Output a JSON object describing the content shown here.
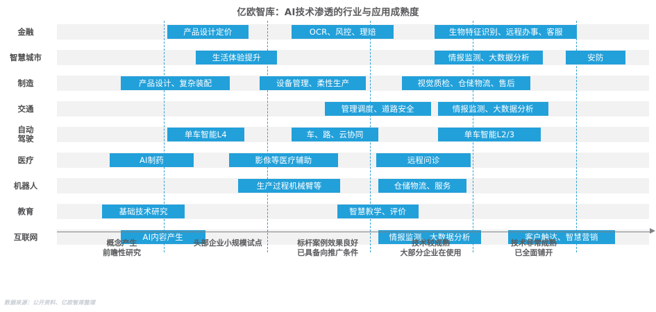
{
  "chart_data": {
    "type": "bar",
    "title": "亿欧智库：AI技术渗透的行业与应用成熟度",
    "subtitle": "",
    "xlabel": "",
    "ylabel": "",
    "orientation": "horizontal",
    "grid": true,
    "legend": null,
    "xlim": [
      0,
      5
    ],
    "x_stage_ticks": [
      1,
      2,
      3,
      4,
      5
    ],
    "x_tick_labels": [
      [
        "概念产生",
        "前瞻性研究"
      ],
      [
        "头部企业小规模试点"
      ],
      [
        "标杆案例效果良好",
        "已具备向推广条件"
      ],
      [
        "技术较成熟",
        "大部分企业在使用"
      ],
      [
        "技术非常成熟",
        "已全面铺开"
      ]
    ],
    "categories": [
      "金融",
      "智慧城市",
      "制造",
      "交通",
      "自动驾驶",
      "医疗",
      "机器人",
      "教育",
      "互联网"
    ],
    "bar_color": "#22a0da",
    "band_color": "#f2f2f2",
    "gridline_color": "#2b9ed4",
    "rows": [
      {
        "category": "金融",
        "label_lines": [
          "金融"
        ],
        "bars": [
          {
            "text": "产品设计定价",
            "start": 1.07,
            "end": 1.86
          },
          {
            "text": "OCR、风控、理赔",
            "start": 2.28,
            "end": 3.27
          },
          {
            "text": "生物特征识别、远程办事、客服",
            "start": 3.67,
            "end": 5.05
          }
        ]
      },
      {
        "category": "智慧城市",
        "label_lines": [
          "智慧城市"
        ],
        "bars": [
          {
            "text": "生活体验提升",
            "start": 1.35,
            "end": 2.14
          },
          {
            "text": "情报监测、大数据分析",
            "start": 3.67,
            "end": 4.72
          },
          {
            "text": "安防",
            "start": 4.94,
            "end": 5.52
          }
        ]
      },
      {
        "category": "制造",
        "label_lines": [
          "制造"
        ],
        "bars": [
          {
            "text": "产品设计、复杂装配",
            "start": 0.62,
            "end": 1.68
          },
          {
            "text": "设备管理、柔性生产",
            "start": 1.97,
            "end": 3.0
          },
          {
            "text": "视觉质检、仓储物流、售后",
            "start": 3.35,
            "end": 4.6
          }
        ]
      },
      {
        "category": "交通",
        "label_lines": [
          "交通"
        ],
        "bars": [
          {
            "text": "管理调度、道路安全",
            "start": 2.6,
            "end": 3.63
          },
          {
            "text": "情报监测、大数据分析",
            "start": 3.7,
            "end": 4.77
          }
        ]
      },
      {
        "category": "自动驾驶",
        "label_lines": [
          "自动",
          "驾驶"
        ],
        "bars": [
          {
            "text": "单车智能L4",
            "start": 1.07,
            "end": 1.82
          },
          {
            "text": "车、路、云协同",
            "start": 2.28,
            "end": 3.12
          },
          {
            "text": "单车智能L2/3",
            "start": 3.7,
            "end": 4.7
          }
        ]
      },
      {
        "category": "医疗",
        "label_lines": [
          "医疗"
        ],
        "bars": [
          {
            "text": "AI制药",
            "start": 0.51,
            "end": 1.33
          },
          {
            "text": "影像等医疗辅助",
            "start": 1.67,
            "end": 2.73
          },
          {
            "text": "远程问诊",
            "start": 3.1,
            "end": 4.02
          }
        ]
      },
      {
        "category": "机器人",
        "label_lines": [
          "机器人"
        ],
        "bars": [
          {
            "text": "生产过程机械臂等",
            "start": 1.76,
            "end": 2.75
          },
          {
            "text": "仓储物流、服务",
            "start": 3.12,
            "end": 3.98
          }
        ]
      },
      {
        "category": "教育",
        "label_lines": [
          "教育"
        ],
        "bars": [
          {
            "text": "基础技术研究",
            "start": 0.44,
            "end": 1.24
          },
          {
            "text": "智慧教学、评价",
            "start": 2.72,
            "end": 3.51
          }
        ]
      },
      {
        "category": "互联网",
        "label_lines": [
          "互联网"
        ],
        "bars": [
          {
            "text": "AI内容产生",
            "start": 0.62,
            "end": 1.44
          },
          {
            "text": "情报监测、大数据分析",
            "start": 3.12,
            "end": 4.12
          },
          {
            "text": "客户触达、智慧营销",
            "start": 4.38,
            "end": 5.42
          }
        ]
      }
    ]
  },
  "footer": {
    "source": "数据来源：公开资料、亿欧智库整理"
  }
}
